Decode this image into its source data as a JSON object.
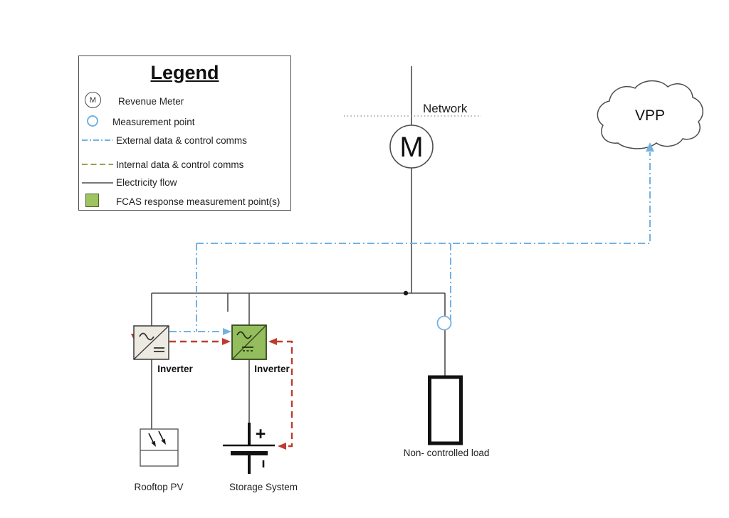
{
  "legend": {
    "title": "Legend",
    "items": [
      {
        "name": "revenue-meter",
        "symbol": "M",
        "label": "Revenue Meter"
      },
      {
        "name": "measurement-point",
        "label": "Measurement point"
      },
      {
        "name": "external-comms",
        "label": "External data & control comms"
      },
      {
        "name": "internal-comms",
        "label": "Internal data & control comms"
      },
      {
        "name": "electricity-flow",
        "label": "Electricity flow"
      },
      {
        "name": "fcas-point",
        "label": "FCAS response measurement point(s)"
      }
    ]
  },
  "diagram": {
    "network": {
      "label": "Network"
    },
    "revenue_meter": {
      "symbol": "M"
    },
    "vpp": {
      "label": "VPP"
    },
    "pv_inverter": {
      "label": "Inverter"
    },
    "storage_inverter": {
      "label": "Inverter"
    },
    "rooftop_pv": {
      "label": "Rooftop PV"
    },
    "storage_system": {
      "label": "Storage System",
      "plus_terminal": "+"
    },
    "load": {
      "label": "Non- controlled load"
    }
  },
  "colors": {
    "external_comms_blue": "#74b2e2",
    "internal_comms_olive": "#9fa04c",
    "electricity_gray": "#4d4d4d",
    "fcas_green_fill": "#9dc45f",
    "fcas_green_border": "#55652f",
    "storage_inverter_fill": "#94bd5e",
    "pv_inverter_fill": "#edeae1",
    "control_red": "#bf3b2f"
  }
}
